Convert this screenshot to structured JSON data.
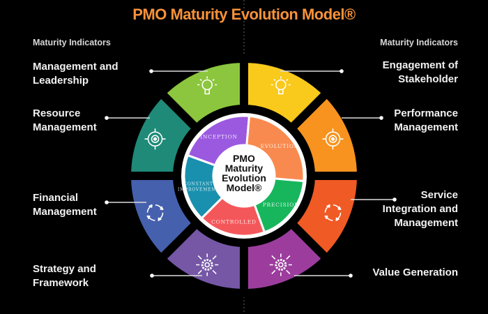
{
  "title": "PMO Maturity Evolution Model®",
  "left_header": "Maturity Indicators",
  "right_header": "Maturity Indicators",
  "center": {
    "lines": [
      "PMO",
      "Maturity",
      "Evolution",
      "Model®"
    ]
  },
  "indicators": [
    {
      "label": "Engagement of Stakeholder",
      "lines": [
        "Engagement of",
        "Stakeholder"
      ],
      "color": "#f9c91c",
      "icon": "lightbulb-icon"
    },
    {
      "label": "Performance Management",
      "lines": [
        "Performance",
        "Management"
      ],
      "color": "#f7931e",
      "icon": "target-icon"
    },
    {
      "label": "Service Integration and Management",
      "lines": [
        "Service",
        "Integration and",
        "Management"
      ],
      "color": "#f05a24",
      "icon": "cycle-icon"
    },
    {
      "label": "Value Generation",
      "lines": [
        "Value Generation"
      ],
      "color": "#9c3d9e",
      "icon": "gear-network-icon"
    },
    {
      "label": "Strategy and Framework",
      "lines": [
        "Strategy and",
        "Framework"
      ],
      "color": "#7557a6",
      "icon": "gear-network-icon"
    },
    {
      "label": "Financial Management",
      "lines": [
        "Financial",
        "Management"
      ],
      "color": "#4560ad",
      "icon": "cycle-icon"
    },
    {
      "label": "Resource Management",
      "lines": [
        "Resource",
        "Management"
      ],
      "color": "#1f8a78",
      "icon": "target-icon"
    },
    {
      "label": "Management and Leadership",
      "lines": [
        "Management and",
        "Leadership"
      ],
      "color": "#8cc63e",
      "icon": "lightbulb-icon"
    }
  ],
  "stages": [
    {
      "label": "INCEPTION",
      "color": "#9b59e0"
    },
    {
      "label": "EVOLUTION",
      "color": "#f98a4f"
    },
    {
      "label": "PRECISION",
      "color": "#17b65c"
    },
    {
      "label": "CONTROLLED",
      "color": "#f4575a"
    },
    {
      "label": "CONSTANT IMPROVEMENT",
      "color": "#1990ae"
    }
  ]
}
